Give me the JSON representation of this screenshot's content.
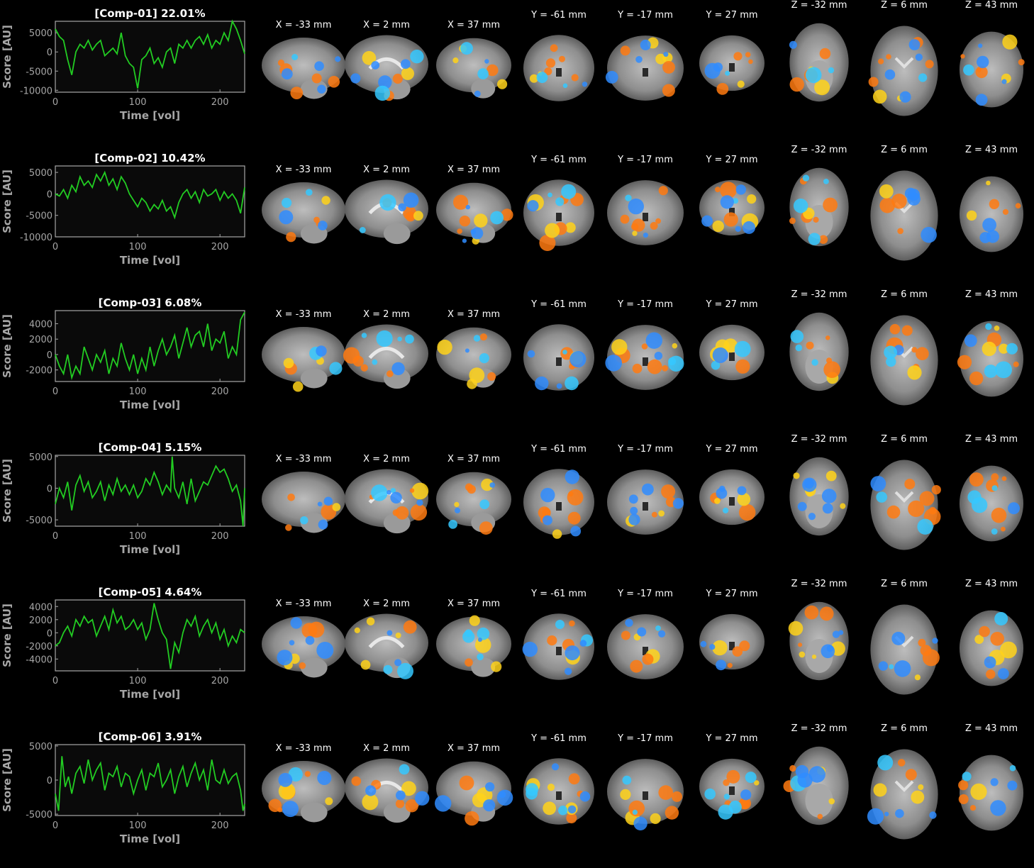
{
  "colors": {
    "trace": "#22cc22",
    "axis": "#a6a6a6",
    "plot_bg": "#0a0a0a",
    "hot": "#ff7a10",
    "cold": "#2f8cff"
  },
  "slice_labels": [
    "X = -33 mm",
    "X = 2 mm",
    "X = 37 mm",
    "Y = -61 mm",
    "Y = -17 mm",
    "Y = 27 mm",
    "Z = -32 mm",
    "Z = 6 mm",
    "Z = 43 mm"
  ],
  "chart_data": [
    {
      "type": "line",
      "title": "[Comp-01] 22.01%",
      "xlabel": "Time [vol]",
      "ylabel": "Score [AU]",
      "xlim": [
        0,
        230
      ],
      "ylim": [
        -10500,
        8000
      ],
      "xticks": [
        0,
        100,
        200
      ],
      "yticks": [
        5000,
        0,
        -5000,
        -10000
      ],
      "ytick_labels": [
        "5000",
        "0",
        "-5000",
        "-10000"
      ],
      "x": [
        0,
        5,
        10,
        15,
        20,
        25,
        30,
        35,
        40,
        45,
        50,
        55,
        60,
        65,
        70,
        75,
        80,
        85,
        90,
        95,
        100,
        105,
        110,
        115,
        120,
        125,
        130,
        135,
        140,
        145,
        150,
        155,
        160,
        165,
        170,
        175,
        180,
        185,
        190,
        195,
        200,
        205,
        210,
        215,
        220,
        225,
        230
      ],
      "y": [
        6000,
        4000,
        3000,
        -2000,
        -6000,
        0,
        2000,
        1000,
        3000,
        500,
        2000,
        3000,
        -1000,
        0,
        1000,
        -500,
        5000,
        -1000,
        -3000,
        -4000,
        -9500,
        -2000,
        -1000,
        1000,
        -3000,
        -1500,
        -4000,
        0,
        1000,
        -3000,
        2000,
        1000,
        3000,
        1000,
        3000,
        4000,
        2000,
        4500,
        1000,
        3000,
        2000,
        5000,
        3000,
        8000,
        6000,
        3000,
        -500
      ]
    },
    {
      "type": "line",
      "title": "[Comp-02] 10.42%",
      "xlabel": "Time [vol]",
      "ylabel": "Score [AU]",
      "xlim": [
        0,
        230
      ],
      "ylim": [
        -10000,
        6500
      ],
      "xticks": [
        0,
        100,
        200
      ],
      "yticks": [
        5000,
        0,
        -5000,
        -10000
      ],
      "ytick_labels": [
        "5000",
        "0",
        "-5000",
        "-10000"
      ],
      "x": [
        0,
        5,
        10,
        15,
        20,
        25,
        30,
        35,
        40,
        45,
        50,
        55,
        60,
        65,
        70,
        75,
        80,
        85,
        90,
        95,
        100,
        105,
        110,
        115,
        120,
        125,
        130,
        135,
        140,
        145,
        150,
        155,
        160,
        165,
        170,
        175,
        180,
        185,
        190,
        195,
        200,
        205,
        210,
        215,
        220,
        225,
        230
      ],
      "y": [
        0,
        -500,
        1000,
        -1000,
        2000,
        500,
        4000,
        2000,
        3000,
        1500,
        4500,
        3000,
        5000,
        2000,
        3500,
        1000,
        4000,
        2500,
        0,
        -1500,
        -3000,
        -1000,
        -2000,
        -4000,
        -2500,
        -3500,
        -1500,
        -4000,
        -3000,
        -5500,
        -2000,
        0,
        1000,
        -1000,
        500,
        -2000,
        1000,
        -500,
        0,
        1000,
        -1500,
        500,
        -1000,
        0,
        -1500,
        -4500,
        1500
      ]
    },
    {
      "type": "line",
      "title": "[Comp-03] 6.08%",
      "xlabel": "Time [vol]",
      "ylabel": "Score [AU]",
      "xlim": [
        0,
        230
      ],
      "ylim": [
        -3500,
        5700
      ],
      "xticks": [
        0,
        100,
        200
      ],
      "yticks": [
        4000,
        2000,
        0,
        -2000
      ],
      "ytick_labels": [
        "4000",
        "2000",
        "0",
        "-2000"
      ],
      "x": [
        0,
        5,
        10,
        15,
        20,
        25,
        30,
        35,
        40,
        45,
        50,
        55,
        60,
        65,
        70,
        75,
        80,
        85,
        90,
        95,
        100,
        105,
        110,
        115,
        120,
        125,
        130,
        135,
        140,
        145,
        150,
        155,
        160,
        165,
        170,
        175,
        180,
        185,
        190,
        195,
        200,
        205,
        210,
        215,
        220,
        225,
        230
      ],
      "y": [
        0,
        -1500,
        -2500,
        0,
        -3000,
        -1500,
        -2500,
        1000,
        -500,
        -2000,
        0,
        -1000,
        500,
        -2500,
        -500,
        -1500,
        1500,
        -500,
        -2000,
        0,
        -2500,
        -500,
        -2000,
        1000,
        -1500,
        500,
        2000,
        0,
        1000,
        2500,
        -500,
        1500,
        3500,
        1000,
        2500,
        3000,
        1000,
        4000,
        500,
        2000,
        1500,
        3000,
        -500,
        1000,
        0,
        4500,
        5500
      ]
    },
    {
      "type": "line",
      "title": "[Comp-04] 5.15%",
      "xlabel": "Time [vol]",
      "ylabel": "Score [AU]",
      "xlim": [
        0,
        230
      ],
      "ylim": [
        -6000,
        5200
      ],
      "xticks": [
        0,
        100,
        200
      ],
      "yticks": [
        5000,
        0,
        -5000
      ],
      "ytick_labels": [
        "5000",
        "0",
        "-5000"
      ],
      "x": [
        0,
        5,
        10,
        15,
        20,
        25,
        30,
        35,
        40,
        45,
        50,
        55,
        60,
        65,
        70,
        75,
        80,
        85,
        90,
        95,
        100,
        105,
        110,
        115,
        120,
        125,
        130,
        135,
        140,
        142,
        145,
        150,
        155,
        160,
        165,
        170,
        175,
        180,
        185,
        190,
        195,
        200,
        205,
        210,
        215,
        220,
        225,
        228,
        230
      ],
      "y": [
        -2500,
        0,
        -1500,
        1000,
        -3500,
        500,
        2000,
        -500,
        1000,
        -1500,
        -500,
        1000,
        -2000,
        500,
        -1000,
        1500,
        -500,
        500,
        -1000,
        500,
        -1500,
        -500,
        1500,
        500,
        2500,
        1000,
        -1000,
        500,
        -500,
        5000,
        0,
        -1500,
        1000,
        -2500,
        1500,
        -2000,
        -500,
        1000,
        500,
        2000,
        3500,
        2500,
        3000,
        1500,
        -500,
        500,
        -2000,
        -6000,
        0
      ]
    },
    {
      "type": "line",
      "title": "[Comp-05] 4.64%",
      "xlabel": "Time [vol]",
      "ylabel": "Score [AU]",
      "xlim": [
        0,
        230
      ],
      "ylim": [
        -5800,
        5000
      ],
      "xticks": [
        0,
        100,
        200
      ],
      "yticks": [
        4000,
        2000,
        0,
        -2000,
        -4000
      ],
      "ytick_labels": [
        "4000",
        "2000",
        "0",
        "-2000",
        "-4000"
      ],
      "x": [
        0,
        5,
        10,
        15,
        20,
        25,
        30,
        35,
        40,
        45,
        50,
        55,
        60,
        65,
        70,
        75,
        80,
        85,
        90,
        95,
        100,
        105,
        110,
        115,
        120,
        125,
        130,
        135,
        140,
        145,
        150,
        155,
        160,
        165,
        170,
        175,
        180,
        185,
        190,
        195,
        200,
        205,
        210,
        215,
        220,
        225,
        230
      ],
      "y": [
        -2000,
        -1500,
        0,
        1000,
        -500,
        2000,
        1000,
        2500,
        1500,
        2000,
        -500,
        1000,
        2500,
        500,
        3500,
        1500,
        2500,
        500,
        1000,
        2000,
        500,
        1500,
        -1000,
        500,
        4500,
        2000,
        0,
        -1000,
        -5500,
        -1500,
        -3000,
        0,
        2000,
        1000,
        2500,
        -500,
        1000,
        2000,
        0,
        1500,
        -1000,
        500,
        -2000,
        -500,
        -1500,
        500,
        0
      ]
    },
    {
      "type": "line",
      "title": "[Comp-06] 3.91%",
      "xlabel": "Time [vol]",
      "ylabel": "Score [AU]",
      "xlim": [
        0,
        230
      ],
      "ylim": [
        -5200,
        5200
      ],
      "xticks": [
        0,
        100,
        200
      ],
      "yticks": [
        5000,
        0,
        -5000
      ],
      "ytick_labels": [
        "5000",
        "0",
        "-5000"
      ],
      "x": [
        0,
        4,
        8,
        12,
        16,
        20,
        25,
        30,
        35,
        40,
        45,
        50,
        55,
        60,
        65,
        70,
        75,
        80,
        85,
        90,
        95,
        100,
        105,
        110,
        115,
        120,
        125,
        130,
        135,
        140,
        145,
        150,
        155,
        160,
        165,
        170,
        175,
        180,
        185,
        190,
        195,
        200,
        205,
        210,
        215,
        220,
        225,
        228,
        230
      ],
      "y": [
        -2000,
        -4500,
        3500,
        -1000,
        500,
        -2000,
        1000,
        2000,
        -500,
        3000,
        0,
        1500,
        2500,
        -1500,
        1000,
        500,
        2000,
        -1000,
        1000,
        500,
        -2000,
        0,
        1500,
        -1500,
        1000,
        500,
        2500,
        -1000,
        0,
        1500,
        -2000,
        500,
        2000,
        -1000,
        1000,
        2500,
        0,
        1500,
        -1500,
        3000,
        0,
        -500,
        1500,
        -500,
        500,
        1000,
        -1500,
        -4500,
        -3500
      ]
    }
  ]
}
